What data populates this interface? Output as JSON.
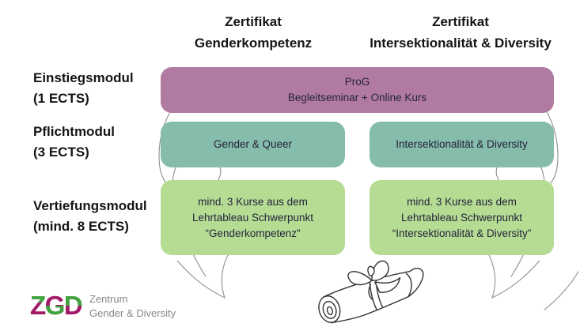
{
  "columns": [
    {
      "header_line1": "Zertifikat",
      "header_line2": "Genderkompetenz"
    },
    {
      "header_line1": "Zertifikat",
      "header_line2": "Intersektionalität & Diversity"
    }
  ],
  "rows": [
    {
      "label_line1": "Einstiegsmodul",
      "label_line2": "(1 ECTS)"
    },
    {
      "label_line1": "Pflichtmodul",
      "label_line2": "(3 ECTS)"
    },
    {
      "label_line1": "Vertiefungsmodul",
      "label_line2": "(mind. 8 ECTS)"
    }
  ],
  "boxes": {
    "entry": {
      "line1": "ProG",
      "line2": "Begleitseminar + Online Kurs",
      "bg": "#b17ba1"
    },
    "mandatory_left": {
      "text": "Gender & Queer",
      "bg": "#85bcab"
    },
    "mandatory_right": {
      "text": "Intersektionalität & Diversity",
      "bg": "#85bcab"
    },
    "advanced_left": {
      "line1": "mind. 3 Kurse aus dem",
      "line2": "Lehrtableau Schwerpunkt",
      "line3": "“Genderkompetenz”",
      "bg": "#b6dc94"
    },
    "advanced_right": {
      "line1": "mind. 3 Kurse aus dem",
      "line2": "Lehrtableau Schwerpunkt",
      "line3": "“Intersektionalität & Diversity”",
      "bg": "#b6dc94"
    }
  },
  "logo": {
    "acronym": "ZGD",
    "name_line1": "Zentrum",
    "name_line2": "Gender & Diversity",
    "color_magenta": "#a21a68",
    "color_green": "#3fa53f",
    "color_text": "#84898b"
  },
  "decorations": {
    "swirl_color": "#8f8f8f",
    "scroll_stroke": "#333333",
    "left_swirl": "hand-drawn-loop-arrow",
    "right_swirl": "hand-drawn-loop-arrow",
    "center_icon": "diploma-scroll"
  }
}
